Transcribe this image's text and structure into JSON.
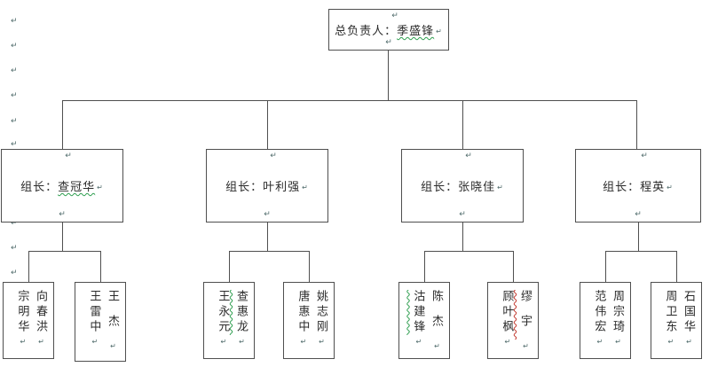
{
  "document": {
    "app_context": "word-document-with-formatting-marks",
    "background": "#ffffff",
    "line_color": "#4f4f4f",
    "text_color": "#2b2b2b",
    "spellcheck_green": "#2e9e4f",
    "spellcheck_red": "#c2382e",
    "paragraph_mark": "↵"
  },
  "chart": {
    "type": "org-chart",
    "root": {
      "prefix": "总负责人：",
      "name": "季盛锋",
      "spellcheck": "green"
    },
    "groups": [
      {
        "prefix": "组长：",
        "leader": "查冠华",
        "leader_spellcheck": "green",
        "members": [
          {
            "names": [
              {
                "text": "向春洪",
                "spellcheck": "none"
              },
              {
                "text": "宗明华",
                "spellcheck": "none"
              }
            ]
          },
          {
            "names": [
              {
                "text": "王杰",
                "spellcheck": "none"
              },
              {
                "text": "王雷中",
                "spellcheck": "none"
              }
            ]
          }
        ]
      },
      {
        "prefix": "组长：",
        "leader": "叶利强",
        "leader_spellcheck": "none",
        "members": [
          {
            "names": [
              {
                "text": "查惠龙",
                "spellcheck": "green"
              },
              {
                "text": "王永元",
                "spellcheck": "none"
              }
            ]
          },
          {
            "names": [
              {
                "text": "姚志刚",
                "spellcheck": "none"
              },
              {
                "text": "唐惠中",
                "spellcheck": "none"
              }
            ]
          }
        ]
      },
      {
        "prefix": "组长：",
        "leader": "张晓佳",
        "leader_spellcheck": "none",
        "members": [
          {
            "names": [
              {
                "text": "陈杰",
                "spellcheck": "none"
              },
              {
                "text": "沽建锋",
                "spellcheck": "green"
              }
            ]
          },
          {
            "names": [
              {
                "text": "缪宇",
                "spellcheck": "red"
              },
              {
                "text": "顾叶枫",
                "spellcheck": "none"
              }
            ]
          }
        ]
      },
      {
        "prefix": "组长：",
        "leader": "程英",
        "leader_spellcheck": "none",
        "members": [
          {
            "names": [
              {
                "text": "周宗琦",
                "spellcheck": "none"
              },
              {
                "text": "范伟宏",
                "spellcheck": "none"
              }
            ]
          },
          {
            "names": [
              {
                "text": "石国华",
                "spellcheck": "none"
              },
              {
                "text": "周卫东",
                "spellcheck": "none"
              }
            ]
          }
        ]
      }
    ]
  }
}
